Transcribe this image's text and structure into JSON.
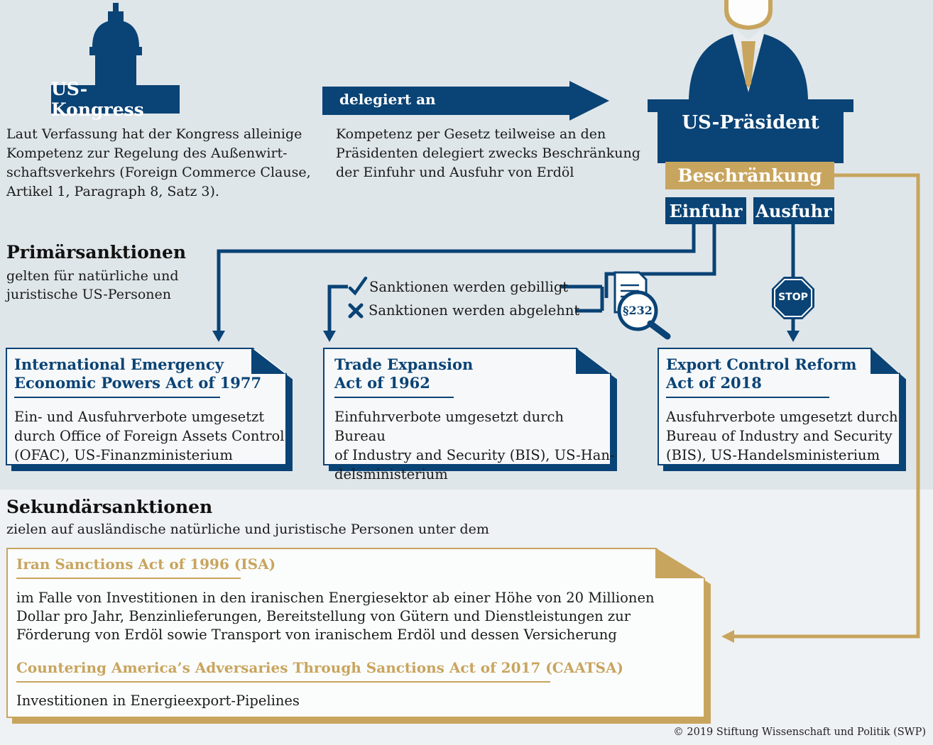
{
  "congress": {
    "label": "US-Kongress",
    "text": [
      "Laut Verfassung hat der Kongress alleinige",
      "Kompetenz zur Regelung des Außenwirt-",
      "schaftsverkehrs (Foreign Commerce Clause,",
      "Artikel 1, Paragraph 8, Satz 3)."
    ]
  },
  "delegation": {
    "label": "delegiert an",
    "text": [
      "Kompetenz per Gesetz teilweise an den",
      "Präsidenten delegiert zwecks Beschränkung",
      "der Einfuhr und Ausfuhr von Erdöl"
    ]
  },
  "president": {
    "label": "US-Präsident",
    "restriction": "Beschränkung",
    "import": "Einfuhr",
    "export": "Ausfuhr"
  },
  "primary": {
    "heading": "Primärsanktionen",
    "text": [
      "gelten für natürliche und",
      "juristische US-Personen"
    ]
  },
  "legend": {
    "approved": "Sanktionen werden gebilligt",
    "rejected": "Sanktionen werden abgelehnt",
    "section": "§232",
    "stop": "STOP"
  },
  "cards": [
    {
      "title": [
        "International Emergency",
        "Economic Powers Act of 1977"
      ],
      "body": [
        "Ein- und Ausfuhrverbote umgesetzt",
        "durch Office of Foreign Assets Control",
        "(OFAC), US-Finanzministerium"
      ]
    },
    {
      "title": [
        "Trade Expansion",
        "Act of 1962"
      ],
      "body": [
        "Einfuhrverbote umgesetzt durch Bureau",
        "of Industry and Security (BIS), US-Han-",
        "delsministerium"
      ]
    },
    {
      "title": [
        "Export Control Reform",
        "Act of 2018"
      ],
      "body": [
        "Ausfuhrverbote umgesetzt durch",
        "Bureau of Industry and Security",
        "(BIS), US-Handelsministerium"
      ]
    }
  ],
  "secondary": {
    "heading": "Sekundärsanktionen",
    "text": "zielen auf ausländische natürliche und juristische Personen unter dem",
    "isa_title": "Iran Sanctions Act of 1996 (ISA)",
    "isa_body": [
      "im Falle von Investitionen in den iranischen Energiesektor ab einer Höhe von 20 Millionen",
      "Dollar pro Jahr, Benzinlieferungen, Bereitstellung von Gütern und Dienstleistungen zur",
      "Förderung von Erdöl sowie Transport von iranischem Erdöl und dessen Versicherung"
    ],
    "caatsa_title": "Countering America’s Adversaries Through Sanctions Act of 2017 (CAATSA)",
    "caatsa_body": "Investitionen in Energieexport-Pipelines"
  },
  "credit": "© 2019 Stiftung Wissenschaft und Politik (SWP)",
  "colors": {
    "navy": "#0a4375",
    "gold": "#c8a55e",
    "background": "#dfe6ea"
  }
}
